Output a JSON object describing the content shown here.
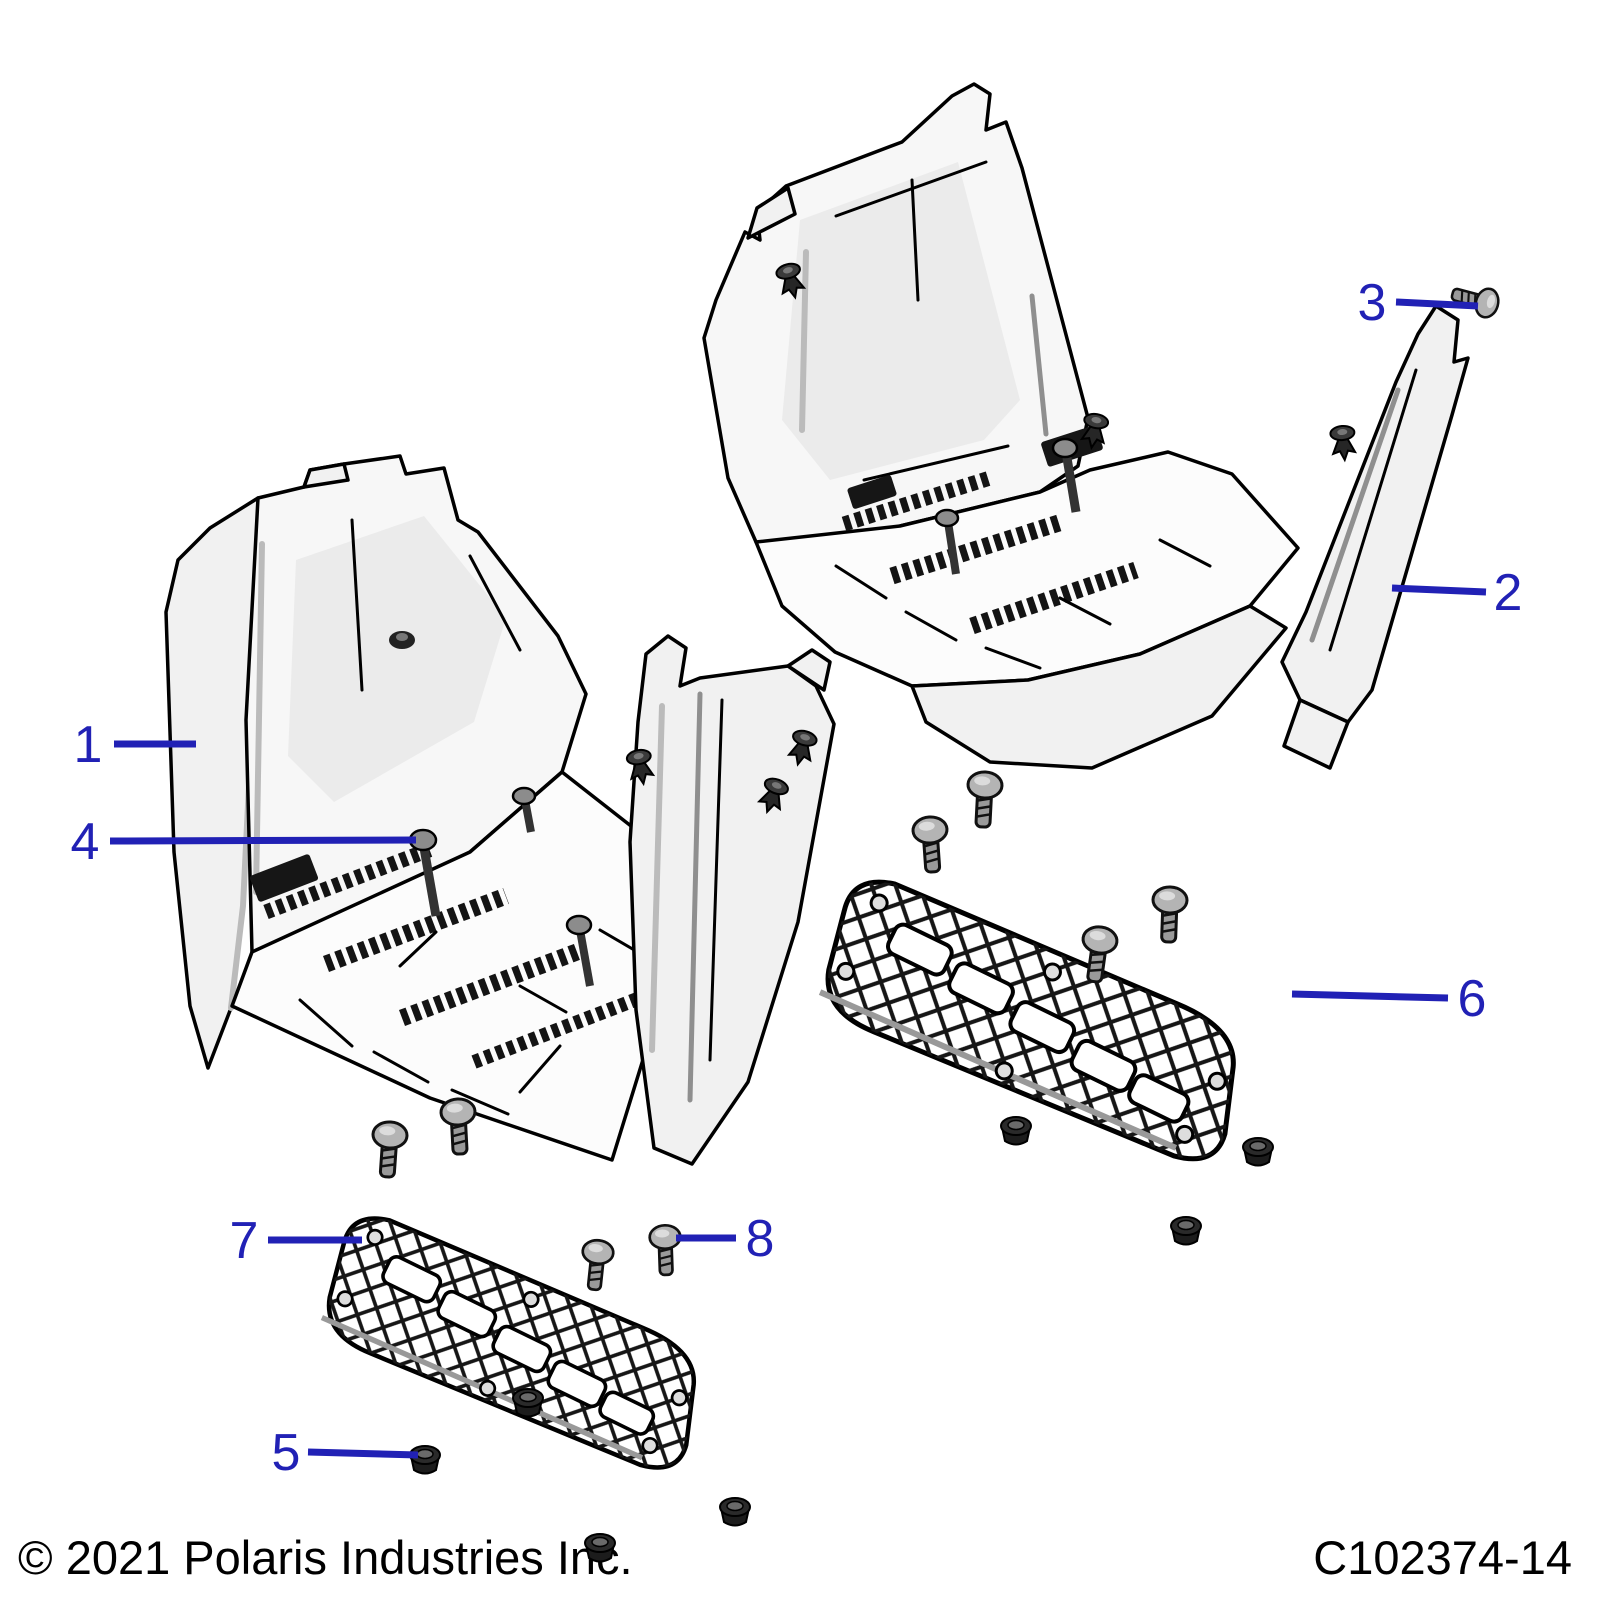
{
  "diagram": {
    "type": "exploded-parts-diagram",
    "subject": "Footwells and footrest plates with mounting fasteners",
    "copyright": "© 2021 Polaris Industries Inc.",
    "part_code": "C102374-14",
    "colors": {
      "callout": "#2121b5",
      "line_art": "#000000",
      "background": "#ffffff"
    },
    "callouts": [
      {
        "number": "1",
        "target": "left-footwell-outer-panel"
      },
      {
        "number": "2",
        "target": "right-footwell-wing-panel"
      },
      {
        "number": "3",
        "target": "screw-fastener"
      },
      {
        "number": "4",
        "target": "footwell-floor-bolt"
      },
      {
        "number": "5",
        "target": "flange-nut"
      },
      {
        "number": "6",
        "target": "right-footrest-plate"
      },
      {
        "number": "7",
        "target": "left-footrest-plate"
      },
      {
        "number": "8",
        "target": "screw-fastener"
      }
    ]
  }
}
